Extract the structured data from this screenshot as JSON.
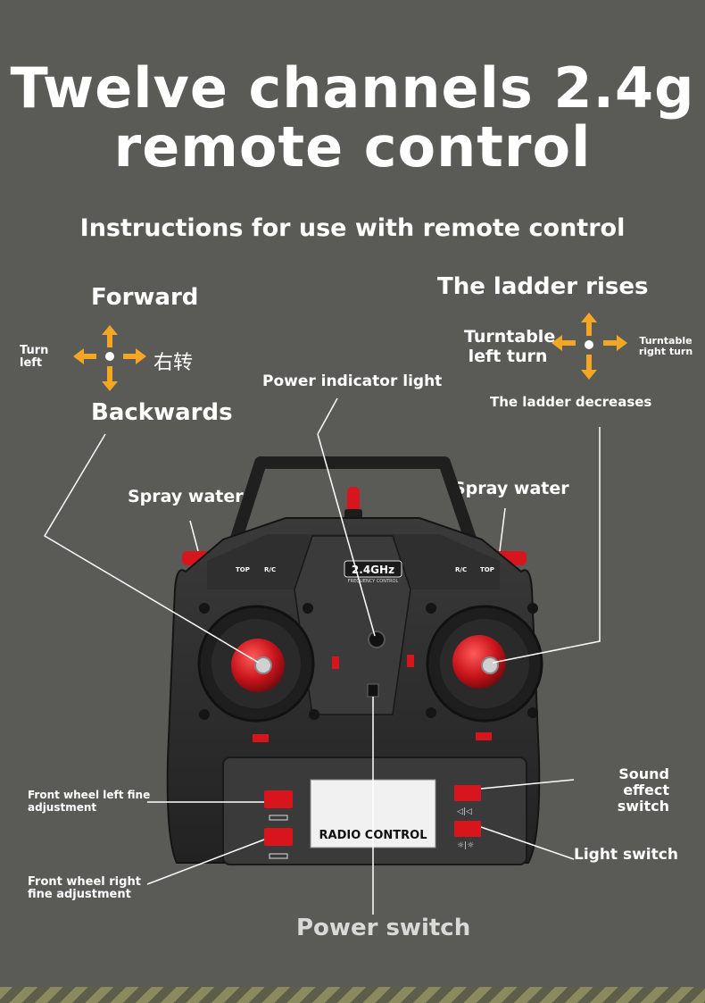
{
  "title": {
    "line1": "Twelve channels 2.4g",
    "line2": "remote control"
  },
  "subtitle": "Instructions for use with remote control",
  "left_stick": {
    "forward": "Forward",
    "backwards": "Backwards",
    "turn_left": "Turn\nleft",
    "turn_right": "右转"
  },
  "right_stick": {
    "up": "The ladder rises",
    "down": "The ladder decreases",
    "left": "Turntable\nleft turn",
    "right": "Turntable\nright turn"
  },
  "callouts": {
    "power_indicator": "Power indicator light",
    "spray_water_left": "Spray water",
    "spray_water_right": "Spray water",
    "front_wheel_left": "Front wheel left fine\nadjustment",
    "front_wheel_right": "Front wheel right\nfine adjustment",
    "sound_effect": "Sound effect\nswitch",
    "light_switch": "Light switch",
    "power_switch": "Power switch"
  },
  "device": {
    "freq_logo": "2.4GHz",
    "freq_sub": "FREQUENCY CONTROL",
    "screen_text": "RADIO CONTROL",
    "top_label": "TOP",
    "rc_label": "R/C"
  },
  "colors": {
    "background": "#5a5a57",
    "arrow": "#f5a623",
    "accent_red": "#d8151c",
    "body": "#2b2b2b"
  },
  "icons": [
    "arrow-up-icon",
    "arrow-down-icon",
    "arrow-left-icon",
    "arrow-right-icon"
  ]
}
